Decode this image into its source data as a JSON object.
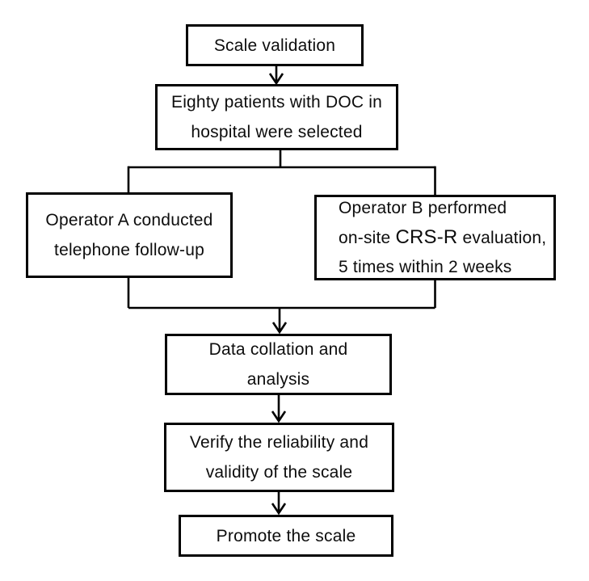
{
  "page": {
    "background_color": "#ffffff",
    "line_color": "#000000",
    "text_color": "#0d0d0d"
  },
  "flow": {
    "boxes": [
      {
        "id": "scale-validation",
        "lines": [
          "Scale validation"
        ]
      },
      {
        "id": "patients-selected",
        "lines": [
          "Eighty patients with DOC in",
          "hospital were selected"
        ]
      },
      {
        "id": "operator-a",
        "lines": [
          "Operator A conducted",
          "telephone follow-up"
        ]
      },
      {
        "id": "operator-b",
        "line1": "Operator B performed",
        "line2_pre": "on-site ",
        "line2_em": "CRS-R",
        "line2_post": " evaluation,",
        "line3": "5 times within 2 weeks"
      },
      {
        "id": "data-collation",
        "lines": [
          "Data collation and",
          "analysis"
        ]
      },
      {
        "id": "verify",
        "lines": [
          "Verify the reliability and",
          "validity of the scale"
        ]
      },
      {
        "id": "promote",
        "lines": [
          "Promote the scale"
        ]
      }
    ],
    "connectors": [
      {
        "from": "scale-validation",
        "to": "patients-selected",
        "type": "arrow"
      },
      {
        "from": "patients-selected",
        "to": "operator-a",
        "type": "branch"
      },
      {
        "from": "patients-selected",
        "to": "operator-b",
        "type": "branch"
      },
      {
        "from": "operator-a",
        "to": "data-collation",
        "type": "merge-arrow"
      },
      {
        "from": "operator-b",
        "to": "data-collation",
        "type": "merge-arrow"
      },
      {
        "from": "data-collation",
        "to": "verify",
        "type": "arrow"
      },
      {
        "from": "verify",
        "to": "promote",
        "type": "arrow"
      }
    ]
  }
}
